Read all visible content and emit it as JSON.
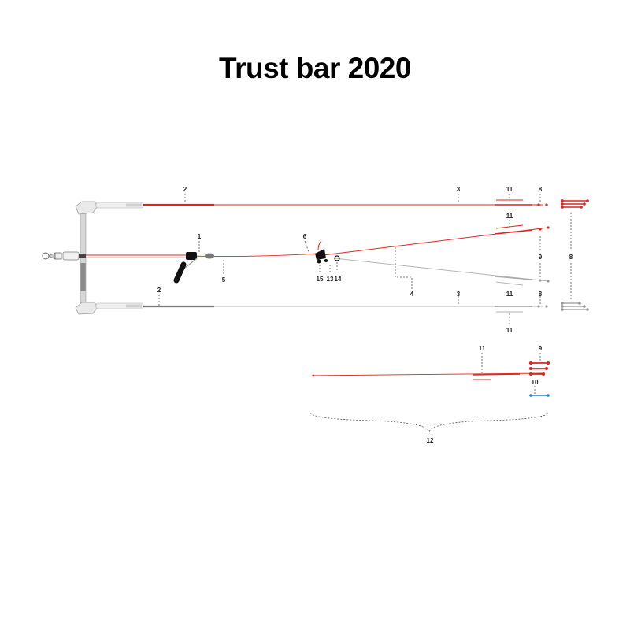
{
  "title": "Trust bar 2020",
  "callouts": {
    "c1": "1",
    "c2a": "2",
    "c2b": "2",
    "c3a": "3",
    "c3b": "3",
    "c4": "4",
    "c5": "5",
    "c6": "6",
    "c8a": "8",
    "c8b": "8",
    "c8c": "8",
    "c9a": "9",
    "c9b": "9",
    "c10": "10",
    "c11a": "11",
    "c11b": "11",
    "c11c": "11",
    "c11d": "11",
    "c11e": "11",
    "c12": "12",
    "c13": "13",
    "c14": "14",
    "c15": "15"
  },
  "colors": {
    "front_line": "#e0241b",
    "back_line": "#b5b5b5",
    "bar": "#cfcfcf",
    "bungee": "#1e7fc1",
    "text": "#000000"
  },
  "icons": [
    "chicken-loop-icon",
    "depower-handle-icon",
    "bar-end-float-icon",
    "pulley-icon"
  ]
}
